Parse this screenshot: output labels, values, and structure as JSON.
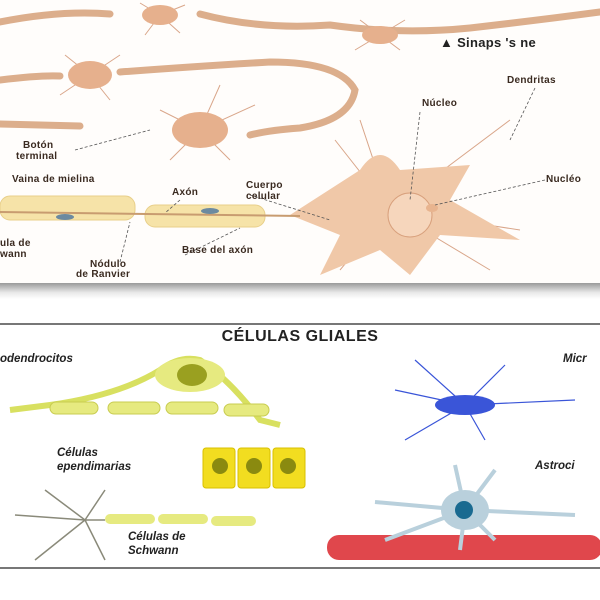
{
  "neuron_diagram": {
    "heading": "▲ Sinaps 's ne",
    "labels": {
      "dendritas": "Dendritas",
      "nucleo": "Núcleo",
      "boton_terminal_1": "Botón",
      "boton_terminal_2": "terminal",
      "vaina_mielina": "Vaina de mielina",
      "axon": "Axón",
      "cuerpo_celular_1": "Cuerpo",
      "cuerpo_celular_2": "celular",
      "nucleolo": "Nucléo",
      "celula_schwann_1": "ula de",
      "celula_schwann_2": "wann",
      "base_axon": "Base del axón",
      "nodulo_1": "Nódulo",
      "nodulo_2": "de Ranvier"
    }
  },
  "glial_diagram": {
    "title": "CÉLULAS GLIALES",
    "labels": {
      "oligodendrocitos": "odendrocitos",
      "microglia": "Micr",
      "ependimarias_1": "Células",
      "ependimarias_2": "ependimarias",
      "astrocitos": "Astroci",
      "schwann_1": "Células de",
      "schwann_2": "Schwann"
    }
  },
  "colors": {
    "neuron": "#e8b48f",
    "myelin": "#f6e3a8",
    "oligo": "#d8e060",
    "microglia": "#3a55d8",
    "astro": "#b9d0dc",
    "vessel": "#e0474c"
  }
}
